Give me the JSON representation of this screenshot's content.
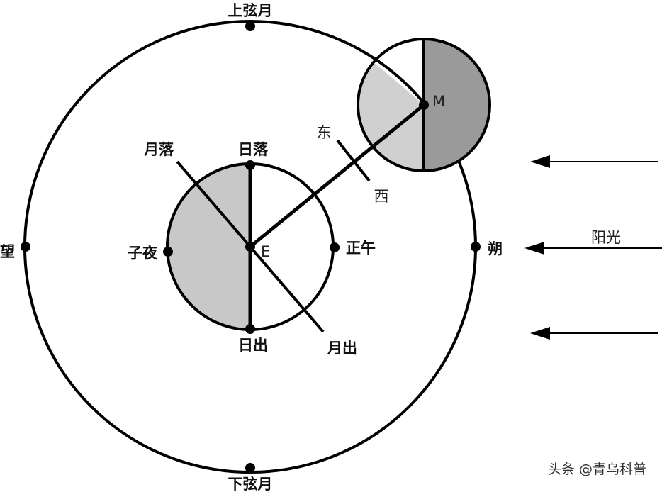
{
  "labels": {
    "first_quarter": "上弦月",
    "last_quarter": "下弦月",
    "full_moon": "望",
    "new_moon": "朔",
    "sunset": "日落",
    "sunrise": "日出",
    "midnight": "子夜",
    "noon": "正午",
    "moonset": "月落",
    "moonrise": "月出",
    "east": "东",
    "west": "西",
    "earth": "E",
    "moon": "M",
    "sunlight": "阳光"
  },
  "watermark": "头条 @青乌科普",
  "colors": {
    "shade_light": "#c8c8c8",
    "shade_dark": "#9a9a9a",
    "line": "#000000",
    "background": "#ffffff"
  }
}
